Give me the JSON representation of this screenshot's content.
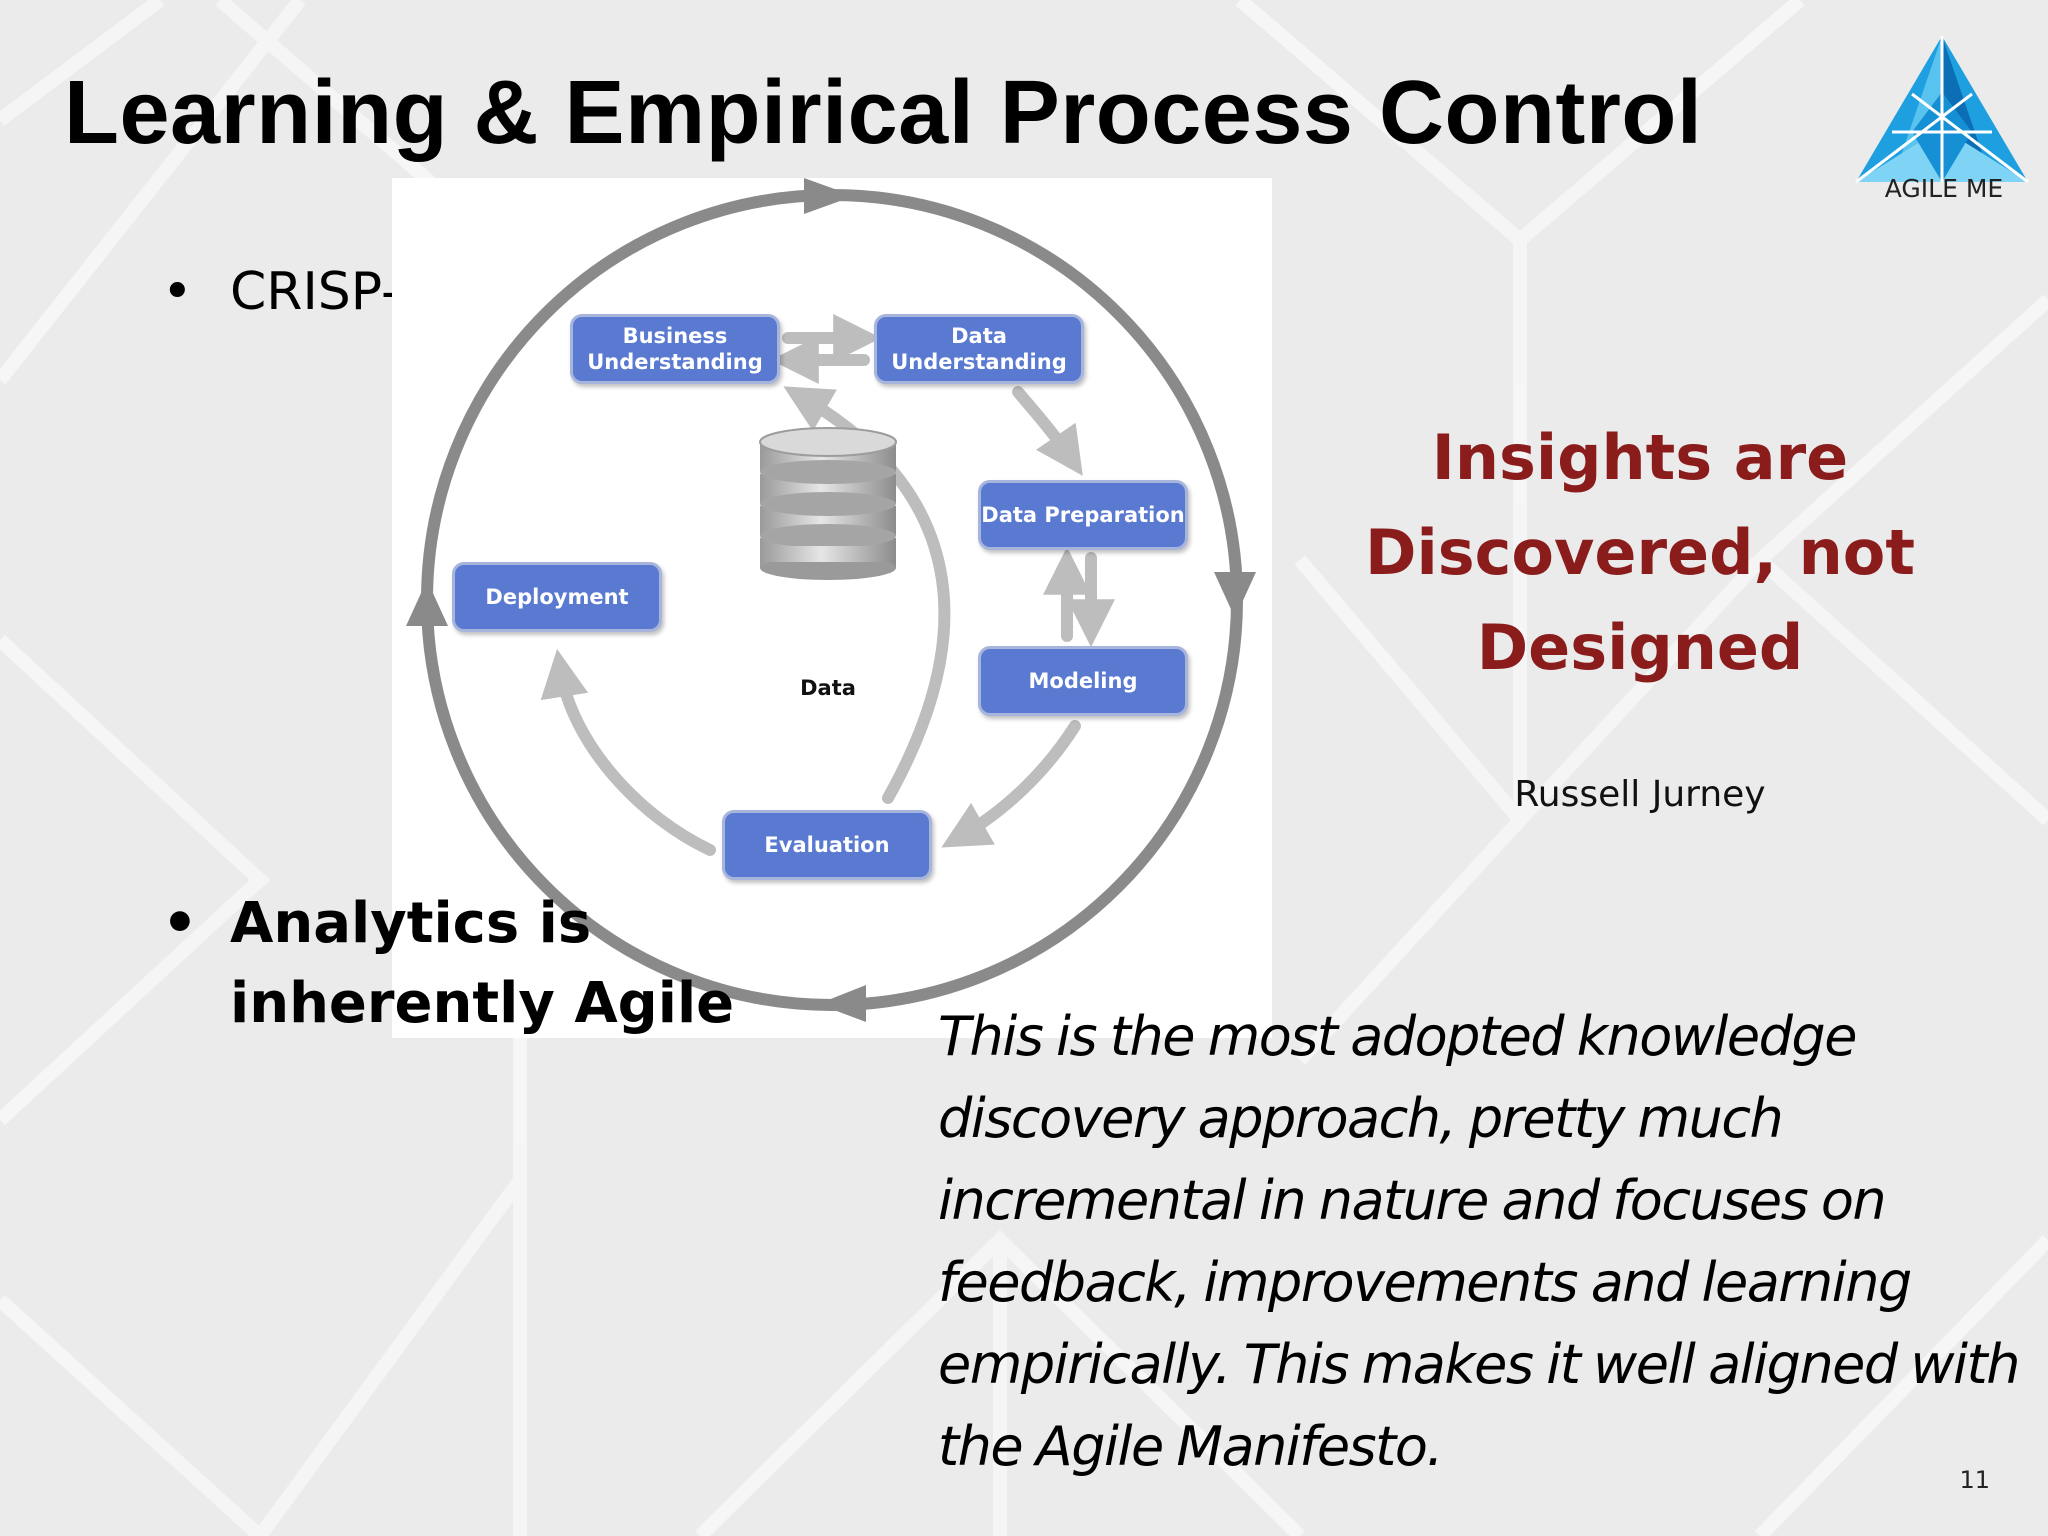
{
  "slide": {
    "title": "Learning & Empirical Process Control",
    "number": "11"
  },
  "logo": {
    "text": "AGILE ME",
    "colors": [
      "#1e9fe0",
      "#5cc6f2",
      "#0c6fb5"
    ]
  },
  "bullets": {
    "first": {
      "symbol": "•",
      "text": "CRISP-DM"
    },
    "second": {
      "symbol": "•",
      "text": "Analytics is inherently Agile"
    }
  },
  "diagram": {
    "phases": {
      "business_understanding": "Business Understanding",
      "data_understanding": "Data Understanding",
      "data_preparation": "Data Preparation",
      "modeling": "Modeling",
      "evaluation": "Evaluation",
      "deployment": "Deployment"
    },
    "center_label": "Data",
    "box_color": "#5a79d1",
    "arrow_color": "#bdbdbd",
    "cycle_color": "#8a8a8a"
  },
  "quote": {
    "text": "Insights are Discovered, not Designed",
    "author": "Russell Jurney",
    "color": "#8b1c1c"
  },
  "description": "This is the most adopted knowledge discovery approach, pretty much incremental in nature and focuses on feedback, improvements and learning empirically. This makes it well aligned with the Agile Manifesto."
}
